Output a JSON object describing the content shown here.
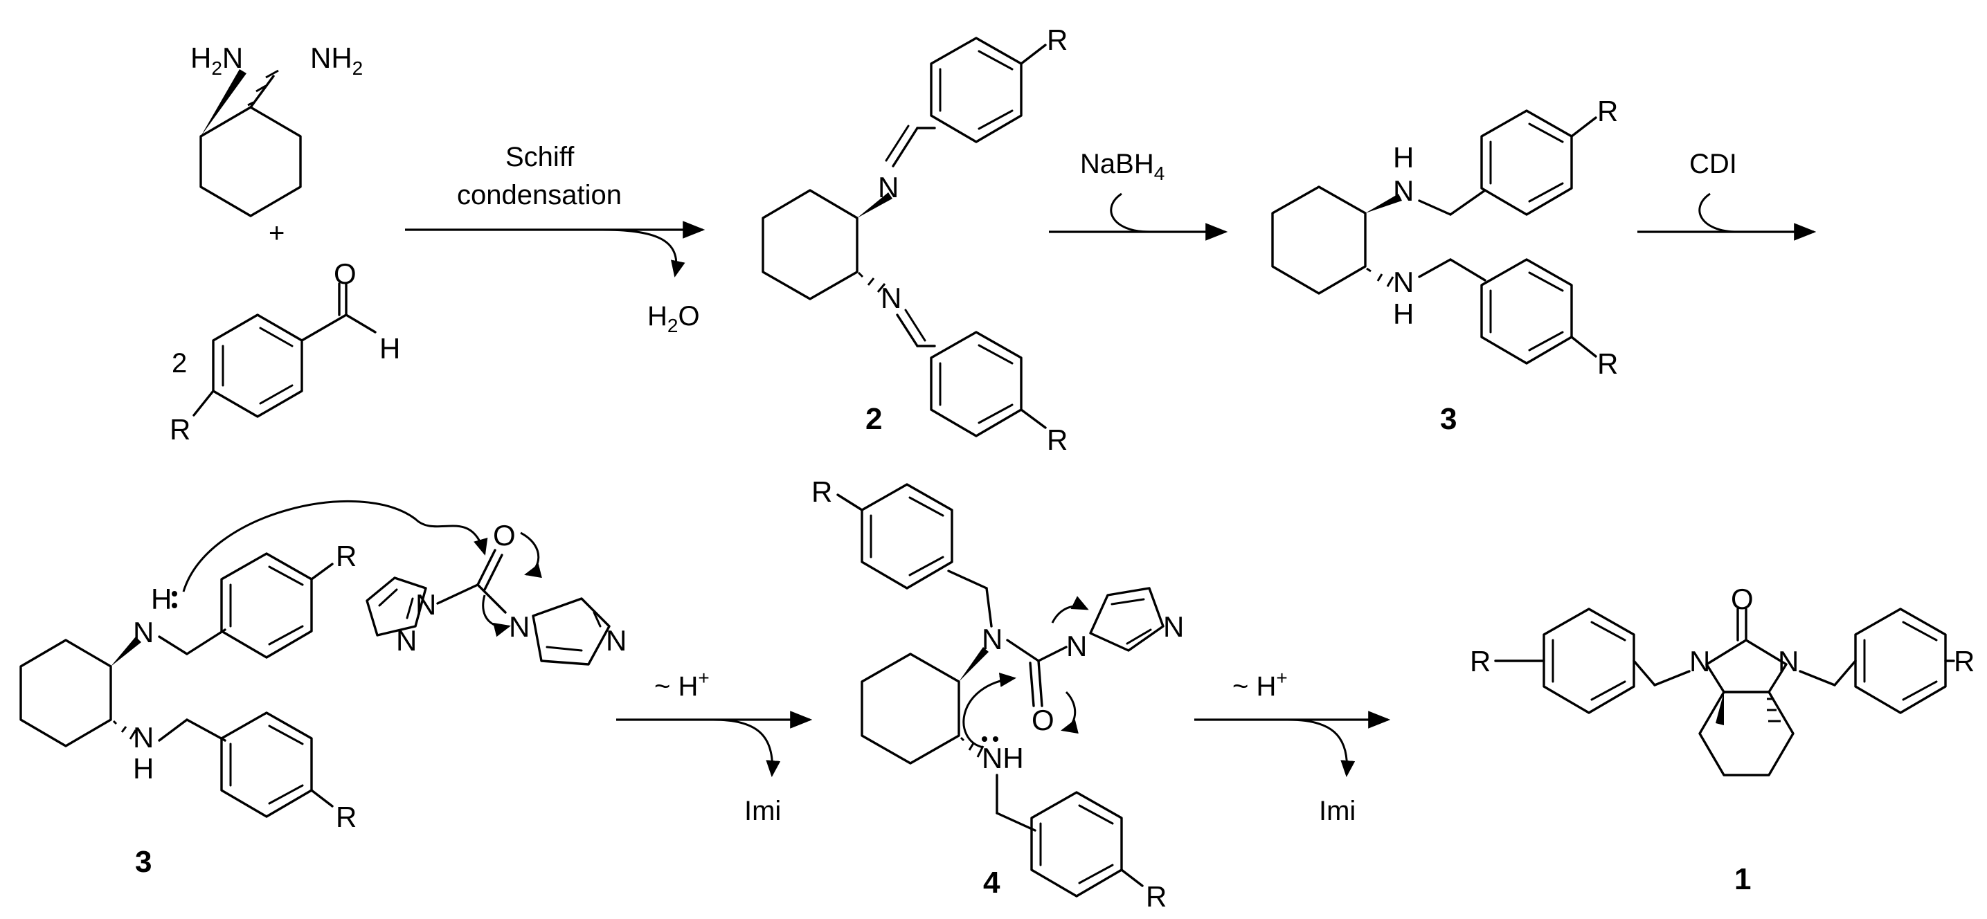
{
  "reagents": {
    "coefficient": "2",
    "plus": "+",
    "schiff_line1": "Schiff",
    "schiff_line2": "condensation",
    "water": "H",
    "water_sub": "2",
    "water_o": "O",
    "nabh": "NaBH",
    "nabh_sub": "4",
    "cdi": "CDI",
    "proton_shift": "~ H",
    "proton_plus": "+",
    "imi": "Imi"
  },
  "atoms": {
    "H": "H",
    "N": "N",
    "NH": "NH",
    "O": "O",
    "R": "R",
    "H2N": "H",
    "H2N_sub": "2",
    "H2N_N": "N",
    "NH2_N": "NH",
    "NH2_sub": "2"
  },
  "compound_numbers": {
    "c2": "2",
    "c3_top": "3",
    "c3_bottom": "3",
    "c4": "4",
    "c1": "1"
  },
  "colors": {
    "ink": "#000000",
    "background": "#ffffff"
  }
}
